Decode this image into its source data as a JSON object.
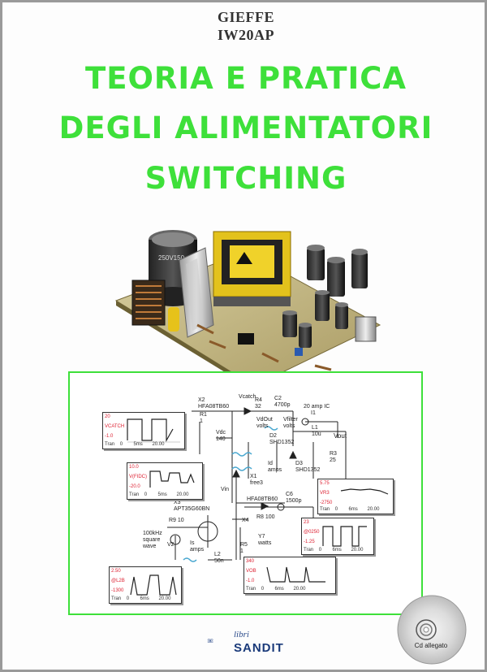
{
  "authors": [
    "GIEFFE",
    "IW20AP"
  ],
  "title_lines": [
    "TEORIA E PRATICA",
    "DEGLI ALIMENTATORI",
    "SWITCHING"
  ],
  "colors": {
    "title_green": "#3ee03a",
    "frame_green": "#3ee03a",
    "publisher_blue": "#1a3a7a"
  },
  "cover_image": {
    "description_icon": "power-supply-board-photo"
  },
  "schematic": {
    "labels": [
      "X2",
      "HFA08TB60",
      "Vcatch",
      "R4",
      "32",
      "C2",
      "4700p",
      "20 amp IC",
      "I1",
      "R1",
      "1",
      "Vdc",
      "140",
      "VdOut",
      "volts",
      "Vfilter",
      "volts",
      "L1",
      "10u",
      "Vout",
      "D2",
      "SHD1352",
      "D3",
      "SHD1352",
      "R3",
      "25",
      "Id",
      "amps",
      "X1",
      "free3",
      "Vin",
      "X3",
      "APT35G60BN",
      "HFA08TB60",
      "C6",
      "1500p",
      "X4",
      "R9 10",
      "R8 100",
      "100kHz",
      "square",
      "wave",
      "V2",
      "Y7",
      "watts",
      "R5",
      "1",
      "Is",
      "amps",
      "L2",
      "50n"
    ],
    "scopes": [
      {
        "top": "20",
        "mid": "VCATCH",
        "bot": "-1.0",
        "footer": "Tran    0        5ms       20.00"
      },
      {
        "top": "10.0",
        "mid": "V(FIDC)",
        "bot": "-20.0",
        "footer": "Tran    0        5ms       20.00"
      },
      {
        "top": "5.75",
        "mid": "VR3",
        "bot": "-2750",
        "footer": "Tran    0        6ms       20.00"
      },
      {
        "top": "23",
        "mid": "@0250",
        "bot": "-1.25",
        "footer": "Tran    0        6ms       20.00"
      },
      {
        "top": "2.50",
        "mid": "@L2B",
        "bot": "-1300",
        "footer": "Tran    0        6ms       20.00"
      },
      {
        "top": "340",
        "mid": "VOB",
        "bot": "-1.0",
        "footer": "Tran    0        6ms       20.00"
      }
    ]
  },
  "cd": {
    "label": "Cd allegato"
  },
  "publisher": {
    "prefix": "libri",
    "name": "SANDIT"
  }
}
